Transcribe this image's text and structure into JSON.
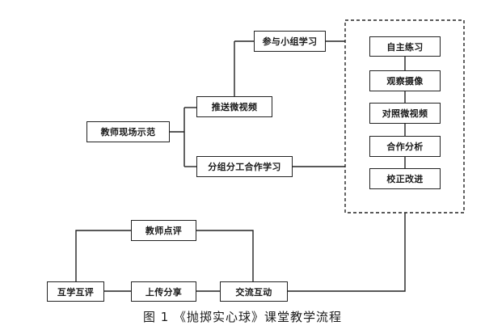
{
  "diagram": {
    "nodes": {
      "teacher_demo": "教师现场示范",
      "push_video": "推送微视频",
      "join_group": "参与小组学习",
      "group_coop": "分组分工合作学习",
      "self_practice": "自主练习",
      "observe_record": "观察摄像",
      "compare_video": "对照微视频",
      "coop_analysis": "合作分析",
      "correct_improve": "校正改进",
      "teacher_comment": "教师点评",
      "peer_review": "互学互评",
      "upload_share": "上传分享",
      "exchange_interact": "交流互动"
    },
    "caption": "图 1 《抛掷实心球》课堂教学流程",
    "colors": {
      "line": "#222222",
      "box_border": "#222222",
      "text": "#1a1a1a"
    }
  }
}
